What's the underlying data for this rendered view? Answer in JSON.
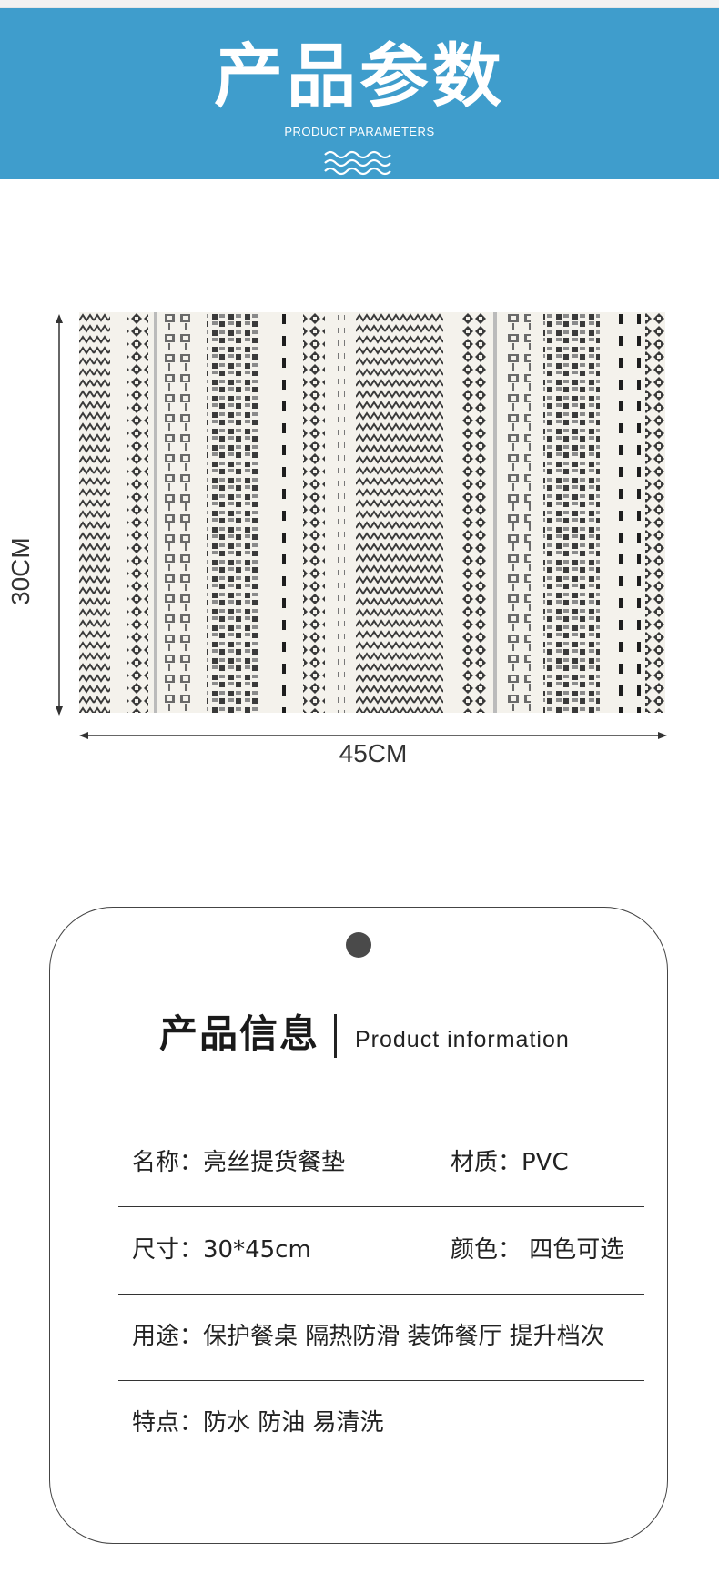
{
  "header": {
    "title": "产品参数",
    "subtitle": "PRODUCT PARAMETERS"
  },
  "dimensions": {
    "height_label": "30CM",
    "width_label": "45CM"
  },
  "info": {
    "title_cn": "产品信息",
    "title_en": "Product information",
    "rows": [
      {
        "left": "名称：亮丝提货餐垫",
        "right": "材质：PVC"
      },
      {
        "left": "尺寸：30*45cm",
        "right": "颜色： 四色可选"
      },
      {
        "left": "用途：保护餐桌 隔热防滑 装饰餐厅 提升档次",
        "right": ""
      },
      {
        "left": "特点：防水 防油 易清洗",
        "right": ""
      }
    ]
  },
  "colors": {
    "banner": "#3f9dcc",
    "pattern_dark": "#3a3a3a",
    "mat_base": "#f4f2ec"
  }
}
